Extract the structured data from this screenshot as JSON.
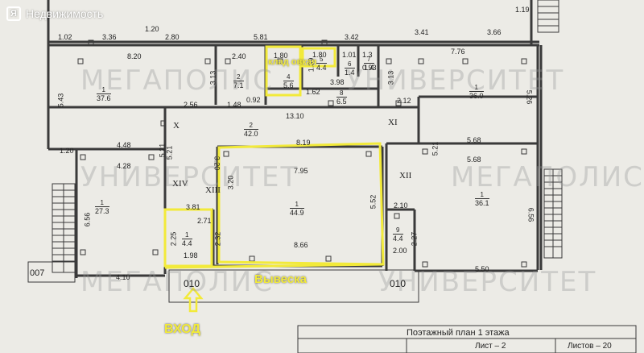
{
  "logo": {
    "text": "Недвижимость",
    "mark": "Я"
  },
  "watermarks": [
    "МЕГАПОЛИС",
    "УНИВЕРСИТЕТ",
    "УНИВЕРСИТЕТ",
    "МЕГАПОЛИС",
    "МЕГАПОЛИС",
    "УНИВЕРСИТЕТ"
  ],
  "annotations": {
    "storage": "клад овкая",
    "signboard": "Вывеска",
    "entrance": "ВХОД"
  },
  "title_block": {
    "title": "Поэтажный план 1 этажа",
    "sheet": "Лист – 2",
    "sheets_total": "Листов – 20"
  },
  "dimensions": [
    "1.02",
    "3.36",
    "1.20",
    "2.80",
    "5.81",
    "3.42",
    "3.41",
    "3.66",
    "1.19",
    "8.20",
    "2.40",
    "1.80",
    "1.80",
    "1.01",
    "1.3",
    "7.76",
    "3.13",
    "3.13",
    "1.39",
    "0.93",
    "3.98",
    "1.62",
    "5.43",
    "2.56",
    "1.48",
    "0.92",
    "13.10",
    "2.12",
    "5.26",
    "1.20",
    "4.48",
    "8.19",
    "5.21",
    "5.68",
    "4.28",
    "7.95",
    "5.68",
    "3.20",
    "3.20",
    "6.56",
    "5.52",
    "2.10",
    "6.56",
    "3.81",
    "2.71",
    "2.25",
    "2.32",
    "2.27",
    "1.98",
    "8.66",
    "2.00",
    "4.10",
    "5.50",
    "5.21",
    "5.21"
  ],
  "rooms": [
    {
      "no": "1",
      "area": "37.6"
    },
    {
      "no": "2",
      "area": "7.1"
    },
    {
      "no": "4",
      "area": "5.6"
    },
    {
      "no": "5",
      "area": "4.4"
    },
    {
      "no": "6",
      "area": "1.4"
    },
    {
      "no": "7",
      "area": "1.4"
    },
    {
      "no": "8",
      "area": "6.5"
    },
    {
      "no": "1",
      "area": "36.0"
    },
    {
      "no": "2",
      "area": "42.0"
    },
    {
      "no": "1",
      "area": "27.3"
    },
    {
      "no": "1",
      "area": "44.9"
    },
    {
      "no": "1",
      "area": "36.1"
    },
    {
      "no": "1",
      "area": "4.4"
    },
    {
      "no": "9",
      "area": "4.4"
    }
  ],
  "roman_labels": [
    "X",
    "XI",
    "XIV",
    "XIII",
    "XII"
  ],
  "axis_labels": [
    "007",
    "010",
    "010"
  ],
  "colors": {
    "highlight": "#f2ea3a",
    "wall": "#3a3a3a",
    "paper": "#ecebe6"
  }
}
